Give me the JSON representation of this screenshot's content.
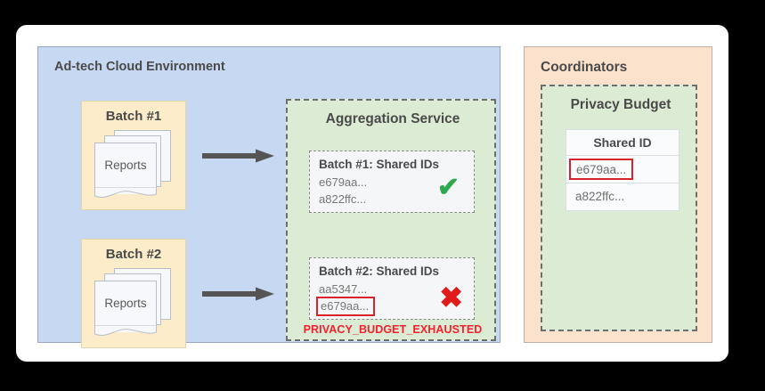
{
  "adtech": {
    "title": "Ad-tech Cloud Environment",
    "batches": [
      {
        "label": "Batch #1",
        "docs_label": "Reports"
      },
      {
        "label": "Batch #2",
        "docs_label": "Reports"
      }
    ]
  },
  "aggregation": {
    "title": "Aggregation Service",
    "batch1": {
      "title": "Batch #1: Shared IDs",
      "id_1": "e679aa...",
      "id_2": "a822ffc...",
      "status_icon": "check-icon",
      "status_glyph": "✔"
    },
    "batch2": {
      "title": "Batch #2: Shared IDs",
      "id_1": "aa5347...",
      "id_2_flagged": "e679aa...",
      "status_icon": "cross-icon",
      "status_glyph": "✖"
    },
    "error_text": "PRIVACY_BUDGET_EXHAUSTED"
  },
  "coordinators": {
    "title": "Coordinators",
    "privacy_budget": {
      "title": "Privacy Budget",
      "table": {
        "header": "Shared ID",
        "rows": [
          {
            "value": "e679aa...",
            "flagged": true
          },
          {
            "value": "a822ffc...",
            "flagged": false
          }
        ]
      }
    }
  },
  "colors": {
    "adtech_bg": "#c7d8f2",
    "coordinators_bg": "#fbe2cc",
    "service_bg": "#dcecd4",
    "batch_bg": "#fcecc9",
    "error_red": "#f4212e",
    "flag_red": "#d8232a",
    "success_green": "#2fa84f",
    "arrow_gray": "#555555"
  }
}
